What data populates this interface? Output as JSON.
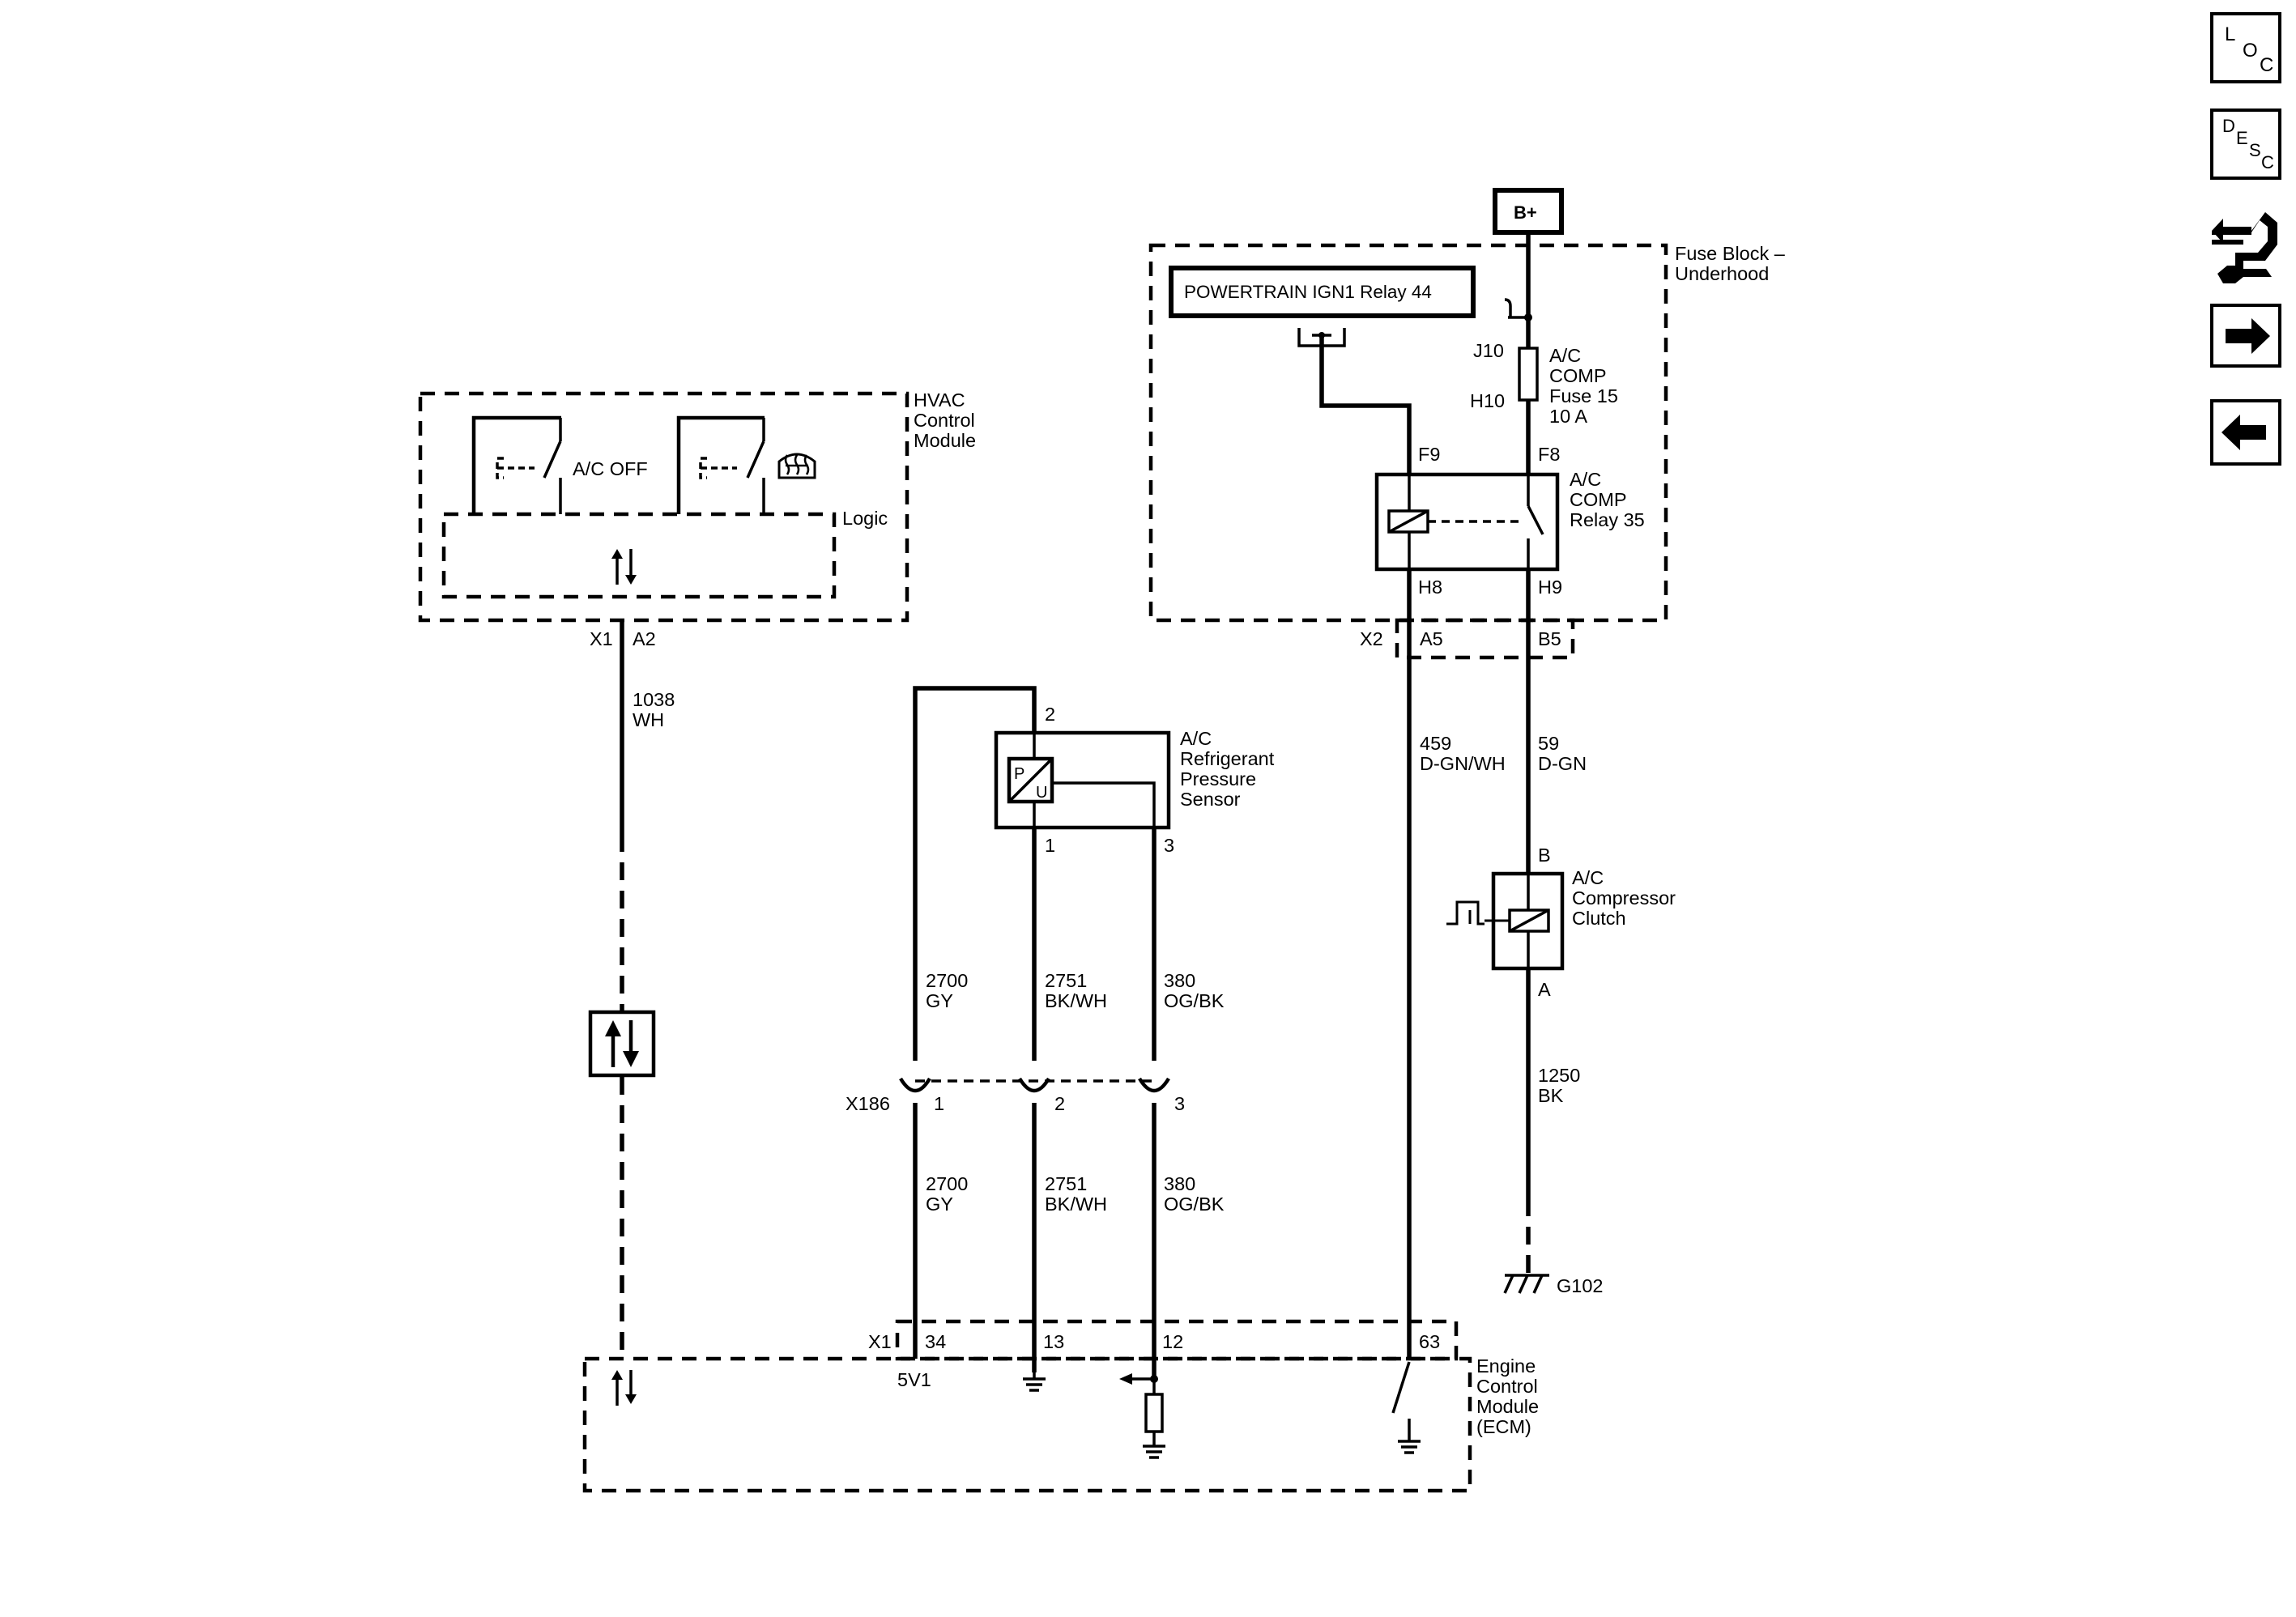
{
  "nav": {
    "loc": {
      "top": "L",
      "mid": "O",
      "bot": "C"
    },
    "desc": {
      "top": "D",
      "mid": "E",
      "mid2": "S",
      "bot": "C"
    }
  },
  "modules": {
    "hvac": {
      "line1": "HVAC",
      "line2": "Control",
      "line3": "Module",
      "logic": "Logic",
      "ac_off": "A/C OFF",
      "connector": "X1",
      "pin": "A2"
    },
    "fuse_block": {
      "line1": "Fuse Block –",
      "line2": "Underhood",
      "connector": "X2",
      "pin_a": "A5",
      "pin_b": "B5"
    },
    "ecm": {
      "line1": "Engine",
      "line2": "Control",
      "line3": "Module",
      "line4": "(ECM)",
      "connector": "X1",
      "pin34": "34",
      "pin13": "13",
      "pin12": "12",
      "pin63": "63",
      "v_label": "5V1"
    }
  },
  "battery": "B+",
  "powertrain_relay": "POWERTRAIN IGN1 Relay 44",
  "fuse": {
    "top_pin": "J10",
    "bot_pin": "H10",
    "line1": "A/C",
    "line2": "COMP",
    "line3": "Fuse 15",
    "line4": "10 A"
  },
  "relay": {
    "pin_f9": "F9",
    "pin_f8": "F8",
    "pin_h8": "H8",
    "pin_h9": "H9",
    "line1": "A/C",
    "line2": "COMP",
    "line3": "Relay 35"
  },
  "sensor": {
    "line1": "A/C",
    "line2": "Refrigerant",
    "line3": "Pressure",
    "line4": "Sensor",
    "pin2": "2",
    "pin1": "1",
    "pin3": "3",
    "sym_p": "P",
    "sym_u": "U"
  },
  "clutch": {
    "line1": "A/C",
    "line2": "Compressor",
    "line3": "Clutch",
    "pin_b": "B",
    "pin_a": "A"
  },
  "ground": "G102",
  "inline_connector": {
    "name": "X186",
    "pin1": "1",
    "pin2": "2",
    "pin3": "3"
  },
  "wires": {
    "w1038": {
      "circuit": "1038",
      "color": "WH"
    },
    "w2700a": {
      "circuit": "2700",
      "color": "GY"
    },
    "w2751a": {
      "circuit": "2751",
      "color": "BK/WH"
    },
    "w380a": {
      "circuit": "380",
      "color": "OG/BK"
    },
    "w2700b": {
      "circuit": "2700",
      "color": "GY"
    },
    "w2751b": {
      "circuit": "2751",
      "color": "BK/WH"
    },
    "w380b": {
      "circuit": "380",
      "color": "OG/BK"
    },
    "w459": {
      "circuit": "459",
      "color": "D-GN/WH"
    },
    "w59": {
      "circuit": "59",
      "color": "D-GN"
    },
    "w1250": {
      "circuit": "1250",
      "color": "BK"
    }
  }
}
